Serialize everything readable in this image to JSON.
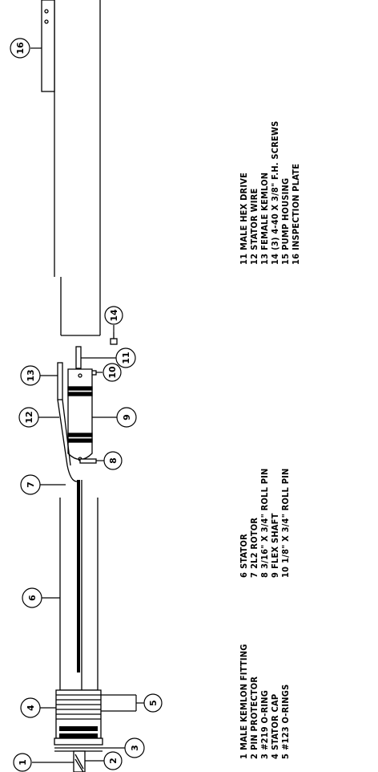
{
  "diagram": {
    "legend": [
      {
        "num": "1",
        "label": "MALE KEMLON FITTING"
      },
      {
        "num": "2",
        "label": "PIN PROTECTOR"
      },
      {
        "num": "3",
        "label": "#219 O-RING"
      },
      {
        "num": "4",
        "label": "STATOR CAP"
      },
      {
        "num": "5",
        "label": "#123 O-RINGS"
      },
      {
        "num": "6",
        "label": "STATOR"
      },
      {
        "num": "7",
        "label": "2L2 ROTOR"
      },
      {
        "num": "8",
        "label": "3/16\" X 3/4\" ROLL PIN"
      },
      {
        "num": "9",
        "label": "FLEX SHAFT"
      },
      {
        "num": "10",
        "label": "1/8\" X 3/4\" ROLL PIN"
      },
      {
        "num": "11",
        "label": "MALE HEX DRIVE"
      },
      {
        "num": "12",
        "label": "STATOR WIRE"
      },
      {
        "num": "13",
        "label": "FEMALE KEMLON"
      },
      {
        "num": "14",
        "label": "(3) 4-40 X 3/8\" F.H. SCREWS"
      },
      {
        "num": "15",
        "label": "PUMP HOUSING"
      },
      {
        "num": "16",
        "label": "INSPECTION PLATE"
      }
    ],
    "callouts": [
      "1",
      "2",
      "3",
      "4",
      "5",
      "6",
      "7",
      "8",
      "9",
      "10",
      "11",
      "12",
      "13",
      "14",
      "16"
    ]
  }
}
